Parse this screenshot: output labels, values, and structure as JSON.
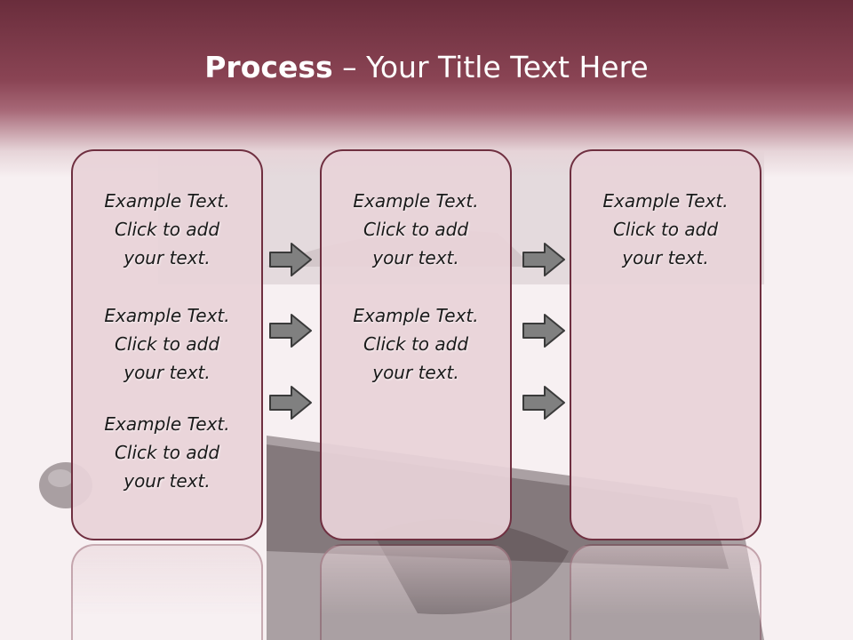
{
  "slide": {
    "title_bold": "Process",
    "title_rest": " – Your Title Text Here"
  },
  "columns": [
    {
      "blocks": [
        {
          "line1": "Example Text.",
          "line2": "Click  to add",
          "line3": "your text."
        },
        {
          "line1": "Example Text.",
          "line2": "Click  to add",
          "line3": "your text."
        },
        {
          "line1": "Example Text.",
          "line2": "Click  to add",
          "line3": "your text."
        }
      ]
    },
    {
      "blocks": [
        {
          "line1": "Example Text.",
          "line2": "Click  to add",
          "line3": "your text."
        },
        {
          "line1": "Example Text.",
          "line2": "Click  to add",
          "line3": "your text."
        }
      ]
    },
    {
      "blocks": [
        {
          "line1": "Example Text.",
          "line2": "Click  to add",
          "line3": "your text."
        }
      ]
    }
  ],
  "arrows": {
    "icon": "right-arrow-icon",
    "fill": "#808080",
    "stroke": "#3a3a3a"
  },
  "colors": {
    "banner": "#7d3a4a",
    "card_fill": "#e8d3d8",
    "card_border": "#6f2f40",
    "background": "#f7f0f2"
  }
}
